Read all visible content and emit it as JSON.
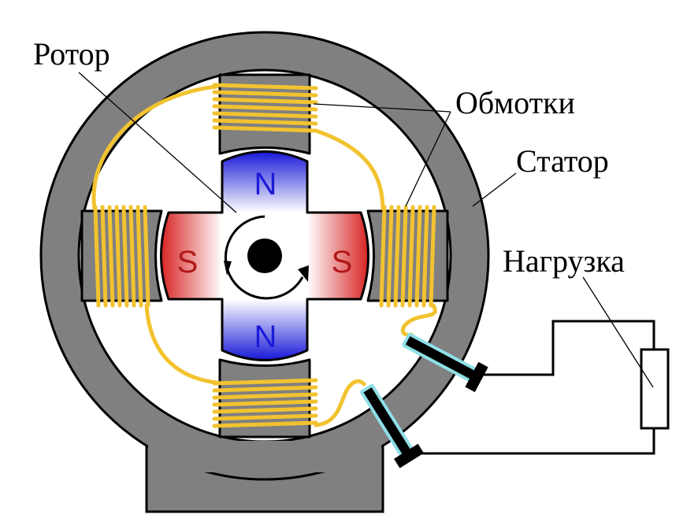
{
  "labels": {
    "rotor": "Ротор",
    "windings": "Обмотки",
    "stator": "Статор",
    "load": "Нагрузка"
  },
  "poles": {
    "north_top": "N",
    "north_bottom": "N",
    "south_left": "S",
    "south_right": "S"
  },
  "colors": {
    "stator": "#808080",
    "winding": "#f2c330",
    "north": "#1a1ad8",
    "south": "#d92626",
    "brush_insulation": "#8fe0e8",
    "wire": "#000000"
  }
}
